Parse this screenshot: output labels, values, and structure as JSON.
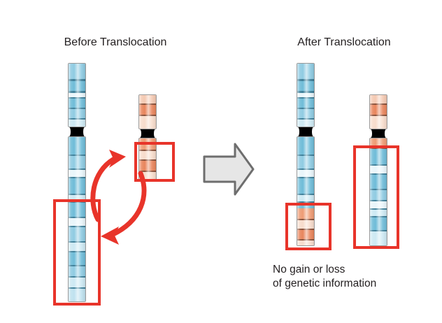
{
  "diagram": {
    "type": "chromosomal-translocation",
    "panels": {
      "before": {
        "title": "Before Translocation",
        "chromosomes": [
          {
            "id": "blue-chromosome-before",
            "color_name": "blue",
            "color": "#5BAFD0",
            "description": "Long blue chromosome with banded arms and black centromere"
          },
          {
            "id": "orange-chromosome-before",
            "color_name": "orange",
            "color": "#E8855C",
            "description": "Short orange chromosome with banded arms and black centromere"
          }
        ],
        "highlights": [
          {
            "id": "highlight-orange-lower-arm",
            "color": "#e8342a"
          },
          {
            "id": "highlight-blue-lower-arm",
            "color": "#e8342a"
          }
        ],
        "exchange_arrows": [
          {
            "id": "arrow-blue-to-orange",
            "direction": "up-right",
            "color": "#e8342a"
          },
          {
            "id": "arrow-orange-to-blue",
            "direction": "down-left",
            "color": "#e8342a"
          }
        ]
      },
      "after": {
        "title": "After Translocation",
        "chromosomes": [
          {
            "id": "blue-chromosome-after",
            "color_name": "blue",
            "color": "#5BAFD0",
            "description": "Blue chromosome whose lower tip is now orange"
          },
          {
            "id": "orange-chromosome-after",
            "color_name": "orange",
            "color": "#E8855C",
            "description": "Orange chromosome whose lower arm is now a long blue segment"
          }
        ],
        "highlights": [
          {
            "id": "highlight-translocated-orange-segment",
            "color": "#e8342a"
          },
          {
            "id": "highlight-translocated-blue-segment",
            "color": "#e8342a"
          }
        ],
        "caption": "No gain or loss\nof genetic information"
      }
    },
    "transition_arrow": {
      "id": "process-arrow",
      "direction": "right",
      "fill": "#e6e6e6",
      "stroke": "#6e6e6e"
    },
    "palette": {
      "blue_band": "#5BAFD0",
      "blue_band_light": "#BFE2EF",
      "orange_band": "#E8855C",
      "orange_band_light": "#F7D6C6",
      "centromere": "#000000",
      "outline": "#9a9a9a",
      "highlight_red": "#e8342a",
      "arrow_gray_fill": "#e6e6e6",
      "arrow_gray_stroke": "#6e6e6e",
      "text": "#231f20",
      "background": "#ffffff"
    }
  }
}
